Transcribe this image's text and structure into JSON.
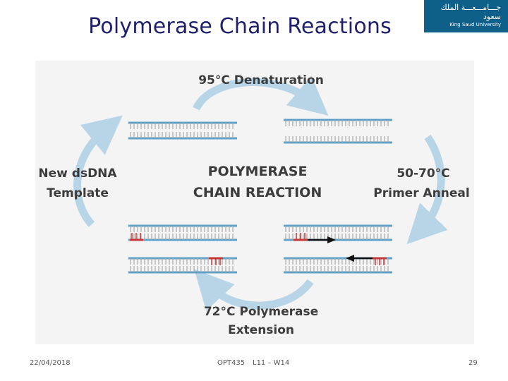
{
  "slide": {
    "title": "Polymerase Chain Reactions"
  },
  "logo": {
    "arabic_text": "جـــامـــعـــة الملك سعود",
    "english_text": "King Saud University"
  },
  "diagram": {
    "center_line1": "POLYMERASE",
    "center_line2": "CHAIN REACTION",
    "step_top": "95°C Denaturation",
    "step_right_line1": "50-70°C",
    "step_right_line2": "Primer Anneal",
    "step_bottom_line1": "72°C Polymerase",
    "step_bottom_line2": "Extension",
    "step_left_line1": "New dsDNA",
    "step_left_line2": "Template",
    "colors": {
      "strand": "#5fa0c8",
      "primer": "#c43a3a",
      "cycle_arrow": "#b8d5e8",
      "label": "#3c3c3c"
    }
  },
  "footer": {
    "date": "22/04/2018",
    "course": "OPT435",
    "lecture": "L11 – W14",
    "page": "29"
  }
}
